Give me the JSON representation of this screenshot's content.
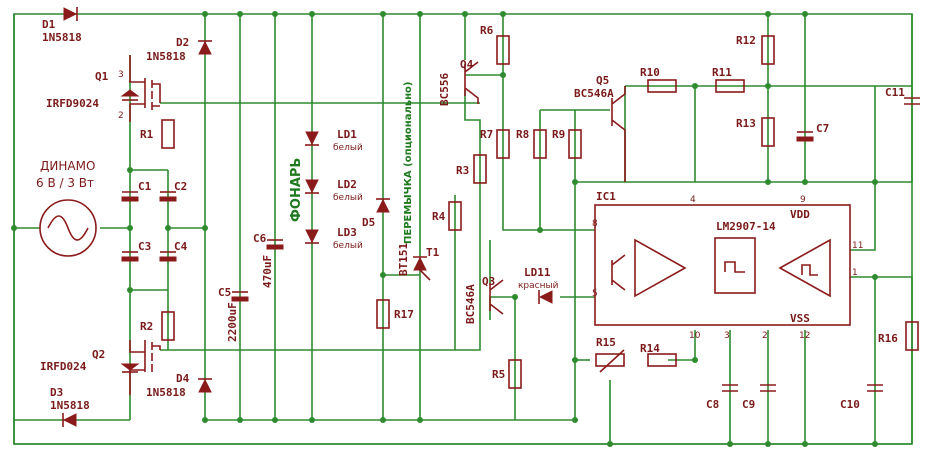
{
  "labels": {
    "d1": "D1",
    "d1_part": "1N5818",
    "d2": "D2",
    "d2_part": "1N5818",
    "d3": "D3",
    "d3_part": "1N5818",
    "d4": "D4",
    "d4_part": "1N5818",
    "q1": "Q1",
    "q1_part": "IRFD9024",
    "q2": "Q2",
    "q2_part": "IRFD024",
    "q3": "Q3",
    "q3_part": "BC546A",
    "q4": "Q4",
    "q4_part": "BC556",
    "q5": "Q5",
    "q5_part": "BC546A",
    "r1": "R1",
    "r2": "R2",
    "r3": "R3",
    "r4": "R4",
    "r5": "R5",
    "r6": "R6",
    "r7": "R7",
    "r8": "R8",
    "r9": "R9",
    "r10": "R10",
    "r11": "R11",
    "r12": "R12",
    "r13": "R13",
    "r14": "R14",
    "r15": "R15",
    "r16": "R16",
    "r17": "R17",
    "c1": "C1",
    "c2": "C2",
    "c3": "C3",
    "c4": "C4",
    "c5": "C5",
    "c5_val": "2200uF",
    "c6": "C6",
    "c6_val": "470uF",
    "c7": "C7",
    "c8": "C8",
    "c9": "C9",
    "c10": "C10",
    "c11": "C11",
    "d5": "D5",
    "t1": "T1",
    "t1_part": "BT151",
    "ld1": "LD1",
    "ld1_color": "белый",
    "ld2": "LD2",
    "ld2_color": "белый",
    "ld3": "LD3",
    "ld3_color": "белый",
    "ld11": "LD11",
    "ld11_color": "красный",
    "ic1": "IC1",
    "ic1_part": "LM2907-14",
    "vdd": "VDD",
    "vss": "VSS",
    "pin1": "1",
    "pin4": "4",
    "pin5": "5",
    "pin8": "8",
    "pin9": "9",
    "pin10": "10",
    "pin11": "11",
    "pin12": "12",
    "pin3": "3",
    "pin2": "2",
    "dynamo_title": "ДИНАМО",
    "dynamo_rating": "6 В / 3 Вт",
    "flashlight": "ФОНАРЬ",
    "jumper": "ПЕРЕМЫЧКА (опционально)"
  },
  "colors": {
    "wire": "#2e8b2e",
    "component": "#8b1a1a",
    "label": "#7a1a1a",
    "annotation": "#1f7a1f"
  }
}
